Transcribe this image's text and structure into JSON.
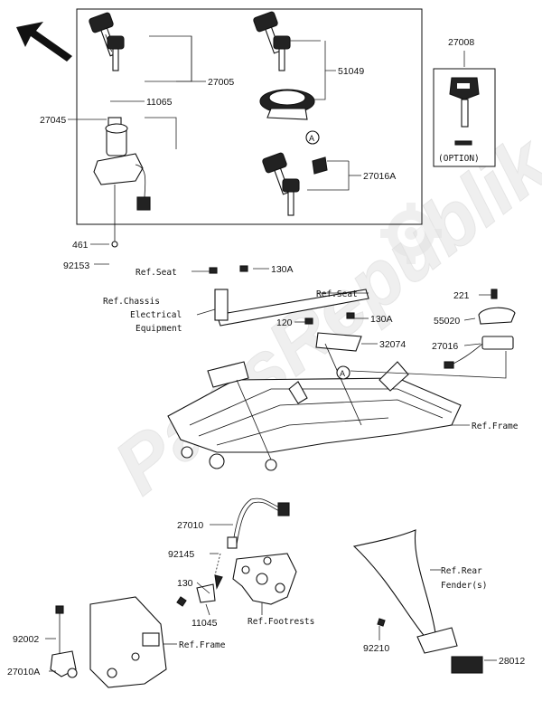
{
  "watermark": "PartsRepublik",
  "callouts": {
    "p27045": "27045",
    "p27005": "27005",
    "p11065": "11065",
    "p51049": "51049",
    "p27016A": "27016A",
    "p27008": "27008",
    "p461": "461",
    "p92153": "92153",
    "p130A_1": "130A",
    "p130A_2": "130A",
    "p120": "120",
    "p32074": "32074",
    "p221": "221",
    "p55020": "55020",
    "p27016": "27016",
    "p27010": "27010",
    "p92145": "92145",
    "p130": "130",
    "p11045": "11045",
    "p92002": "92002",
    "p27010A": "27010A",
    "p92210": "92210",
    "p28012": "28012"
  },
  "refs": {
    "seat_1": "Ref.Seat",
    "seat_2": "Ref.Seat",
    "chassis_1": "Ref.Chassis",
    "chassis_2": "Electrical",
    "chassis_3": "Equipment",
    "frame_1": "Ref.Frame",
    "frame_2": "Ref.Frame",
    "footrests": "Ref.Footrests",
    "rear_fender_1": "Ref.Rear",
    "rear_fender_2": "Fender(s)"
  },
  "option_label": "(OPTION)",
  "marker_a": "A",
  "icons": [
    "direction-arrow-icon",
    "gear-icon",
    "key-icon"
  ]
}
